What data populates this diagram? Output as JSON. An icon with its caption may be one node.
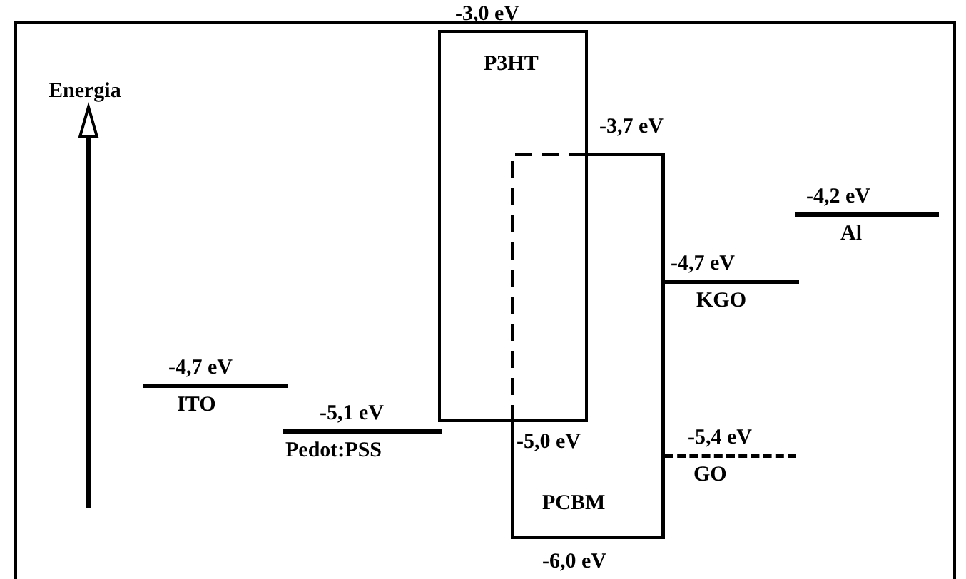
{
  "diagram": {
    "nodes": [
      {
        "text": [
          "ITO"
        ],
        "beside": [
          "-4,7 eV"
        ]
      },
      {
        "text": [
          "Pedot:PSS"
        ],
        "beside": [
          "-5,1 eV"
        ]
      },
      {
        "text": [
          "P3HT"
        ],
        "beside": [
          "-3,0 eV",
          "-5,0 eV"
        ]
      },
      {
        "text": [
          "PCBM"
        ],
        "beside": [
          "-3,7 eV",
          "-6,0 eV"
        ]
      },
      {
        "text": [
          "KGO"
        ],
        "beside": [
          "-4,7 eV"
        ]
      },
      {
        "text": [
          "GO"
        ],
        "beside": [
          "-5,4 eV"
        ]
      },
      {
        "text": [
          "Al"
        ],
        "beside": [
          "-4,2 eV"
        ]
      }
    ],
    "edges": [],
    "labels": [
      "Energia"
    ]
  }
}
